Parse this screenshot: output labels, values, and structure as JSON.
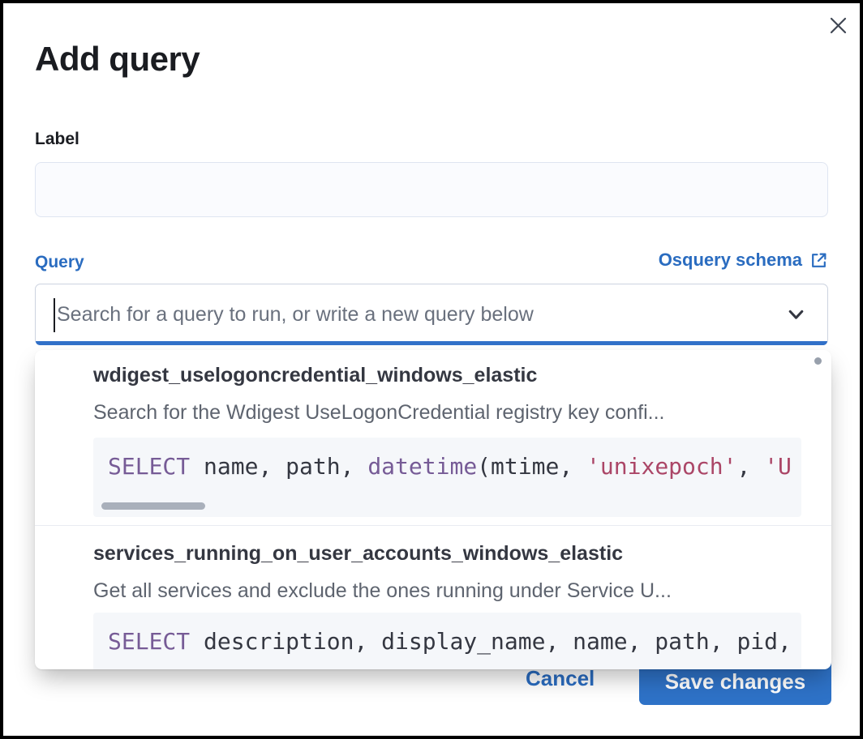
{
  "modal": {
    "title": "Add query"
  },
  "label_field": {
    "label": "Label",
    "value": ""
  },
  "query_field": {
    "label": "Query",
    "schema_link_label": "Osquery schema",
    "placeholder": "Search for a query to run, or write a new query below"
  },
  "dropdown": {
    "options": [
      {
        "title": "wdigest_uselogoncredential_windows_elastic",
        "description": "Search for the Wdigest UseLogonCredential registry key confi...",
        "code_tokens": [
          {
            "text": "SELECT",
            "type": "keyword"
          },
          {
            "text": " name, path, ",
            "type": "plain"
          },
          {
            "text": "datetime",
            "type": "keyword"
          },
          {
            "text": "(mtime, ",
            "type": "plain"
          },
          {
            "text": "'unixepoch'",
            "type": "string"
          },
          {
            "text": ", ",
            "type": "plain"
          },
          {
            "text": "'U",
            "type": "string"
          }
        ]
      },
      {
        "title": "services_running_on_user_accounts_windows_elastic",
        "description": "Get all services and exclude the ones running under Service U...",
        "code_tokens": [
          {
            "text": "SELECT",
            "type": "keyword"
          },
          {
            "text": " description, display_name, name, path, pid,",
            "type": "plain"
          }
        ]
      }
    ]
  },
  "footer": {
    "cancel_label": "Cancel",
    "save_label": "Save changes"
  },
  "icons": {
    "close": "close-icon",
    "external_link": "external-link-icon",
    "chevron_down": "chevron-down-icon"
  },
  "colors": {
    "accent_blue": "#2a6cc0",
    "button_blue": "#2e72c7",
    "focus_bar_blue": "#3170c8",
    "code_keyword_purple": "#765b96",
    "code_string_rose": "#ab4667",
    "code_background": "#f5f7fa",
    "title_text": "#1a1c21",
    "option_title_text": "#343741",
    "description_gray": "#5e646f",
    "placeholder_gray": "#69707d"
  }
}
